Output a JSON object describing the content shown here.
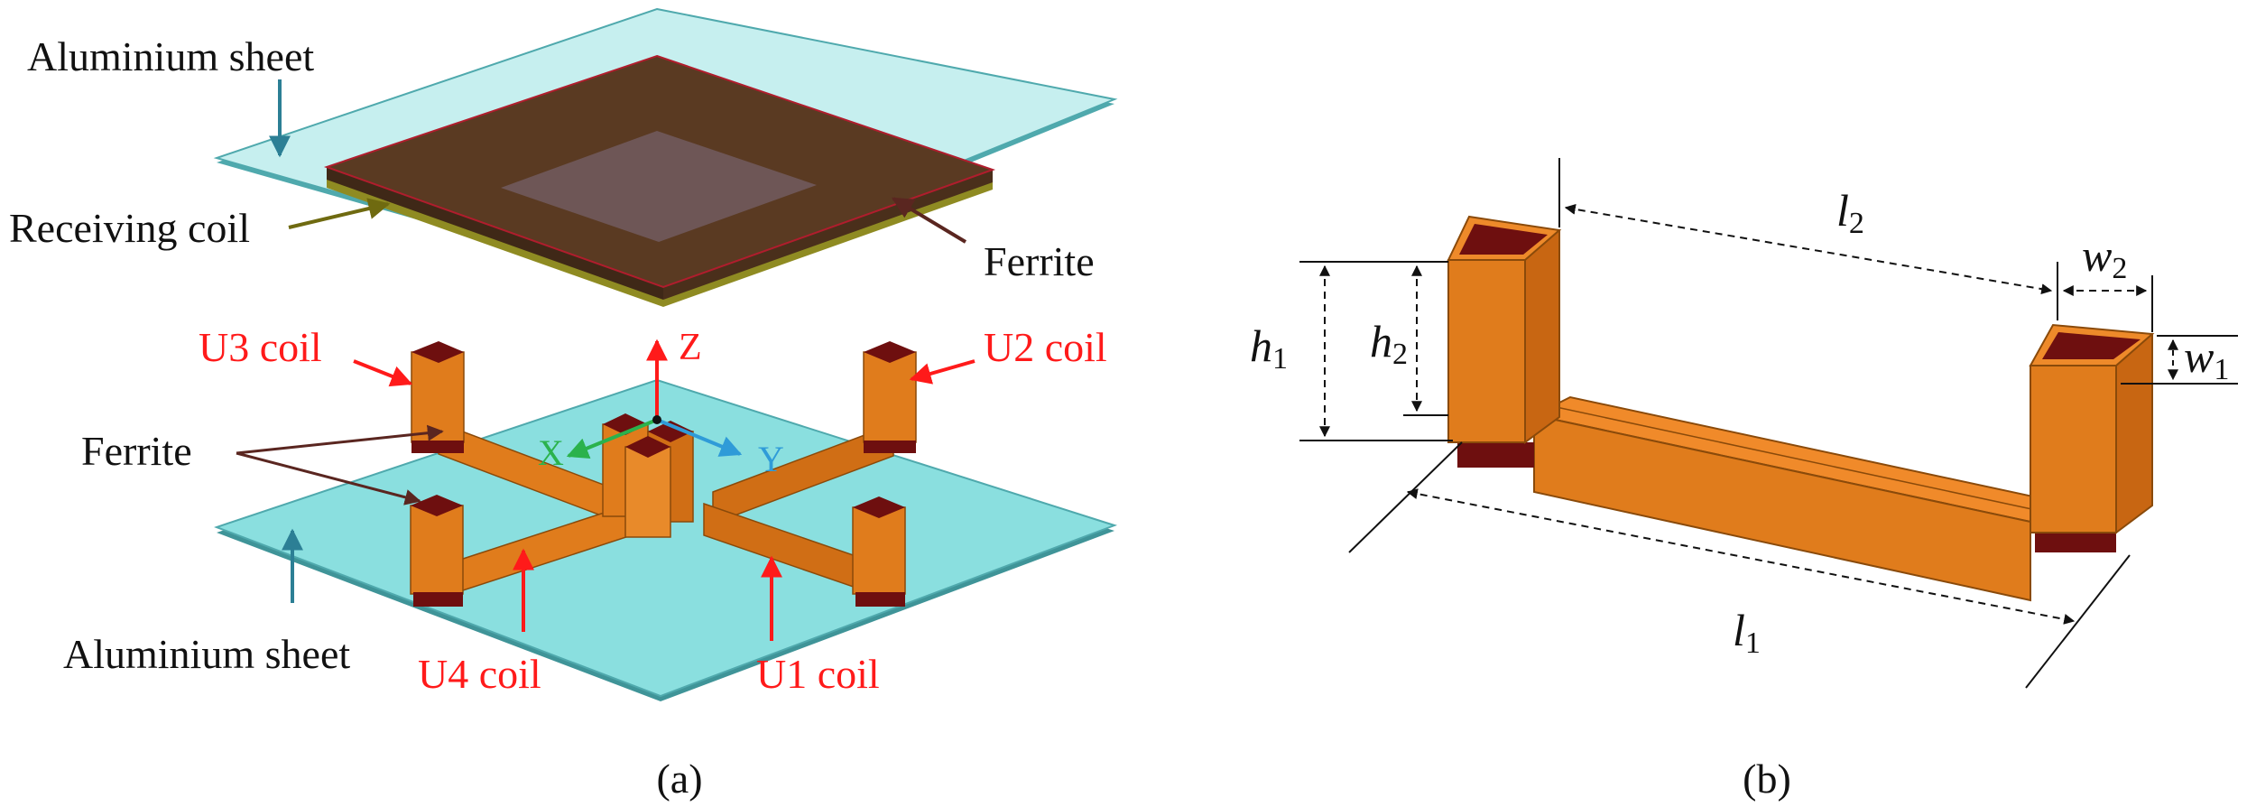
{
  "panel_a": {
    "labels": {
      "aluminium_top": "Aluminium sheet",
      "receiving_coil": "Receiving coil",
      "ferrite_top": "Ferrite",
      "ferrite_bottom": "Ferrite",
      "aluminium_bottom": "Aluminium sheet",
      "u1": "U1 coil",
      "u2": "U2 coil",
      "u3": "U3 coil",
      "u4": "U4 coil"
    },
    "axes": {
      "z": "Z",
      "x": "X",
      "y": "Y"
    },
    "caption": "(a)"
  },
  "panel_b": {
    "dims": {
      "h1": {
        "main": "h",
        "sub": "1"
      },
      "h2": {
        "main": "h",
        "sub": "2"
      },
      "l1": {
        "main": "l",
        "sub": "1"
      },
      "l2": {
        "main": "l",
        "sub": "2"
      },
      "w1": {
        "main": "w",
        "sub": "1"
      },
      "w2": {
        "main": "w",
        "sub": "2"
      }
    },
    "caption": "(b)"
  },
  "colors": {
    "aluminium": "#c6efef",
    "aluminium_edge": "#4fa9ad",
    "ferrite": "#5a3a22",
    "coil_orange": "#e07c1c",
    "coil_dark": "#b85d0d",
    "core_dark": "#6e0f0f",
    "label_red": "#ff1a1a",
    "arrow_teal": "#2c7f95",
    "arrow_olive": "#6f6a10",
    "arrow_brown": "#5a2620"
  }
}
